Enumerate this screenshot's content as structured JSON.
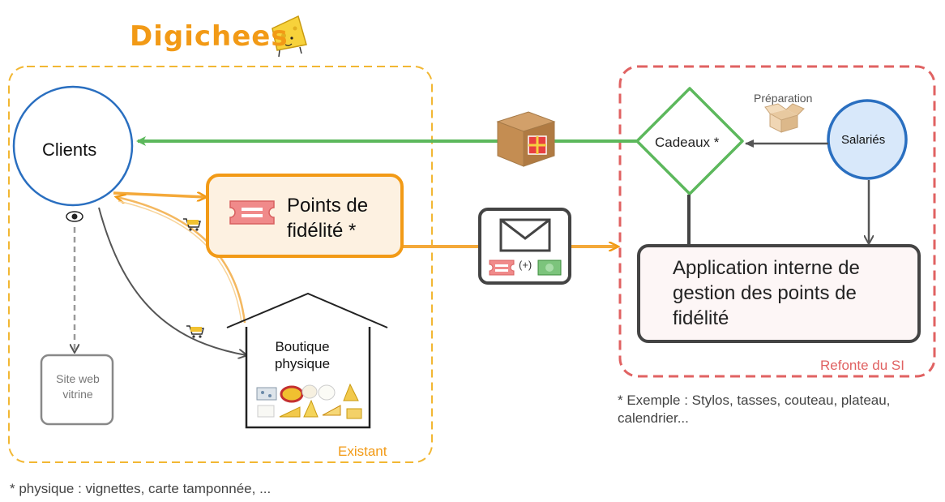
{
  "brand": "Digichees",
  "nodes": {
    "clients": "Clients",
    "points": "Points de fidélité *",
    "boutique": "Boutique physique",
    "site": "Site web vitrine",
    "cadeaux": "Cadeaux *",
    "salaries": "Salariés",
    "app": "Application interne de gestion des points de fidélité"
  },
  "labels": {
    "preparation": "Préparation",
    "plus": "(+)",
    "existant": "Existant",
    "refonte": "Refonte du SI"
  },
  "notes": {
    "exemple": "* Exemple : Stylos, tasses, couteau, plateau, calendrier...",
    "physique": "* physique : vignettes, carte tamponnée, ..."
  },
  "icons": [
    "cheese-mascot-icon",
    "eye-icon",
    "shopping-cart-icon",
    "ticket-icon",
    "envelope-icon",
    "banknote-icon",
    "gift-box-icon",
    "open-box-icon",
    "cheese-assortment-icon"
  ],
  "colors": {
    "orange": "#f29a16",
    "green": "#5cb85c",
    "blue": "#2a6fc0",
    "red": "#e06262",
    "grey": "#666666"
  }
}
